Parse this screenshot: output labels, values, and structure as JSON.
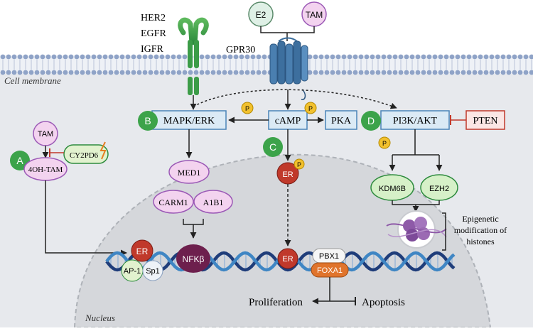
{
  "labels": {
    "membrane": "Cell membrane",
    "nucleus": "Nucleus",
    "receptors": [
      "HER2",
      "EGFR",
      "IGFR"
    ],
    "gpr30": "GPR30",
    "e2": "E2",
    "tam_top": "TAM",
    "mapk": "MAPK/ERK",
    "camp": "cAMP",
    "pka": "PKA",
    "pi3k": "PI3K/AKT",
    "pten": "PTEN",
    "tam_left": "TAM",
    "oh_tam": "4OH-TAM",
    "cyp": "CY2PD6",
    "med1": "MED1",
    "carm1": "CARM1",
    "a1b1": "A1B1",
    "nfkb": "NFKβ",
    "er": "ER",
    "ap1": "AP-1",
    "sp1": "Sp1",
    "pbx1": "PBX1",
    "foxa1": "FOXA1",
    "kdm6b": "KDM6B",
    "ezh2": "EZH2",
    "epigenetic": [
      "Epigenetic",
      "modification of",
      "histones"
    ],
    "proliferation": "Proliferation",
    "apoptosis": "Apoptosis",
    "phospho": "P"
  },
  "pathways": [
    "A",
    "B",
    "C",
    "D"
  ],
  "colors": {
    "membrane_head": "#8fa3c7",
    "cytoplasm": "#e6e8ec",
    "nucleus": "#d6d8dc",
    "box_fill": "#dbeaf5",
    "box_stroke": "#4a84b8",
    "pten": "#c0392b",
    "pathway_green": "#3ca34a",
    "pink": "#f3d3ef",
    "purple_stroke": "#9b59b6",
    "er_red": "#c0392b",
    "nfkb": "#6d1f4d",
    "foxa1": "#e0742c",
    "phospho": "#f2c12e",
    "kdm": "#d6f0c8",
    "dna_dark": "#1f3d7a",
    "dna_light": "#3f86c4"
  }
}
